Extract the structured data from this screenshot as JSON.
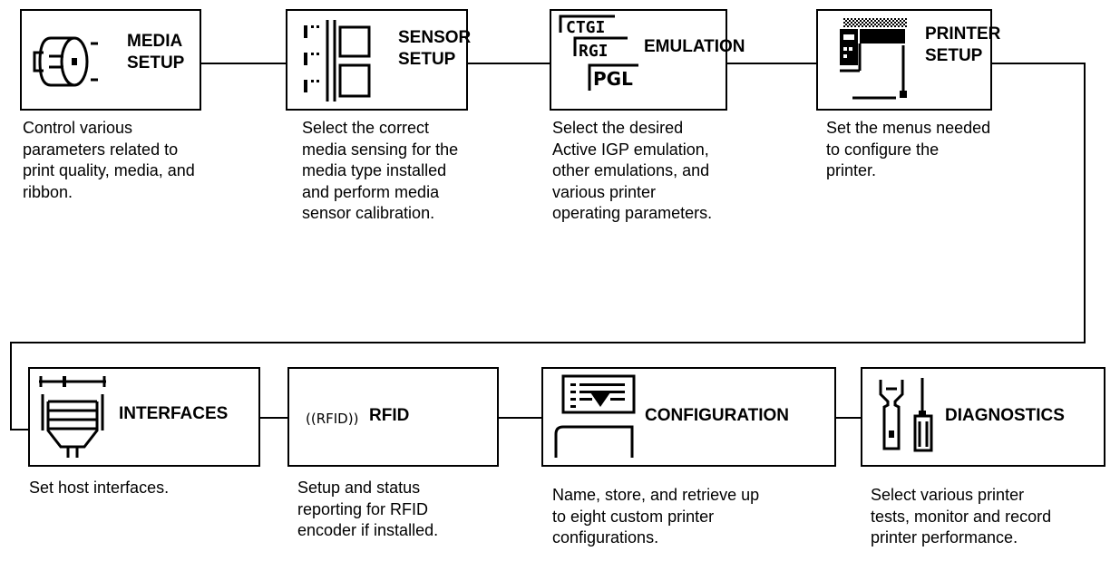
{
  "colors": {
    "stroke": "#000000",
    "background": "#ffffff",
    "icon_fill": "#000000"
  },
  "row1": [
    {
      "id": "media",
      "icon": "ribbon-roll-icon",
      "label_lines": [
        "MEDIA",
        "SETUP"
      ],
      "desc_lines": [
        "Control various",
        "parameters related to",
        "print quality, media, and",
        "ribbon."
      ]
    },
    {
      "id": "sensor",
      "icon": "media-sensor-icon",
      "label_lines": [
        "SENSOR",
        "SETUP"
      ],
      "desc_lines": [
        "Select the correct",
        "media sensing for the",
        "media type installed",
        "and perform media",
        "sensor calibration."
      ]
    },
    {
      "id": "emulation",
      "icon": "emulation-stack-icon",
      "icon_text": [
        "CTGI",
        "RGI",
        "PGL"
      ],
      "label_lines": [
        "EMULATION"
      ],
      "desc_lines": [
        "Select the desired",
        "Active IGP emulation,",
        "other emulations, and",
        "various printer",
        "operating parameters."
      ]
    },
    {
      "id": "printer",
      "icon": "printer-setup-icon",
      "label_lines": [
        "PRINTER",
        "SETUP"
      ],
      "desc_lines": [
        "Set the menus needed",
        "to configure the",
        "printer."
      ]
    }
  ],
  "row2": [
    {
      "id": "interfaces",
      "icon": "connector-icon",
      "label_lines": [
        "INTERFACES"
      ],
      "desc_lines": [
        "Set host interfaces."
      ]
    },
    {
      "id": "rfid",
      "icon": "rfid-icon",
      "icon_text": [
        "((RFID))"
      ],
      "label_lines": [
        "RFID"
      ],
      "desc_lines": [
        "Setup and status",
        "reporting for RFID",
        "encoder if installed."
      ]
    },
    {
      "id": "configuration",
      "icon": "configuration-icon",
      "label_lines": [
        "CONFIGURATION"
      ],
      "desc_lines": [
        "Name, store, and retrieve up",
        "to eight custom printer",
        "configurations."
      ]
    },
    {
      "id": "diagnostics",
      "icon": "wrench-screwdriver-icon",
      "label_lines": [
        "DIAGNOSTICS"
      ],
      "desc_lines": [
        "Select various printer",
        "tests, monitor and record",
        "printer performance."
      ]
    }
  ]
}
